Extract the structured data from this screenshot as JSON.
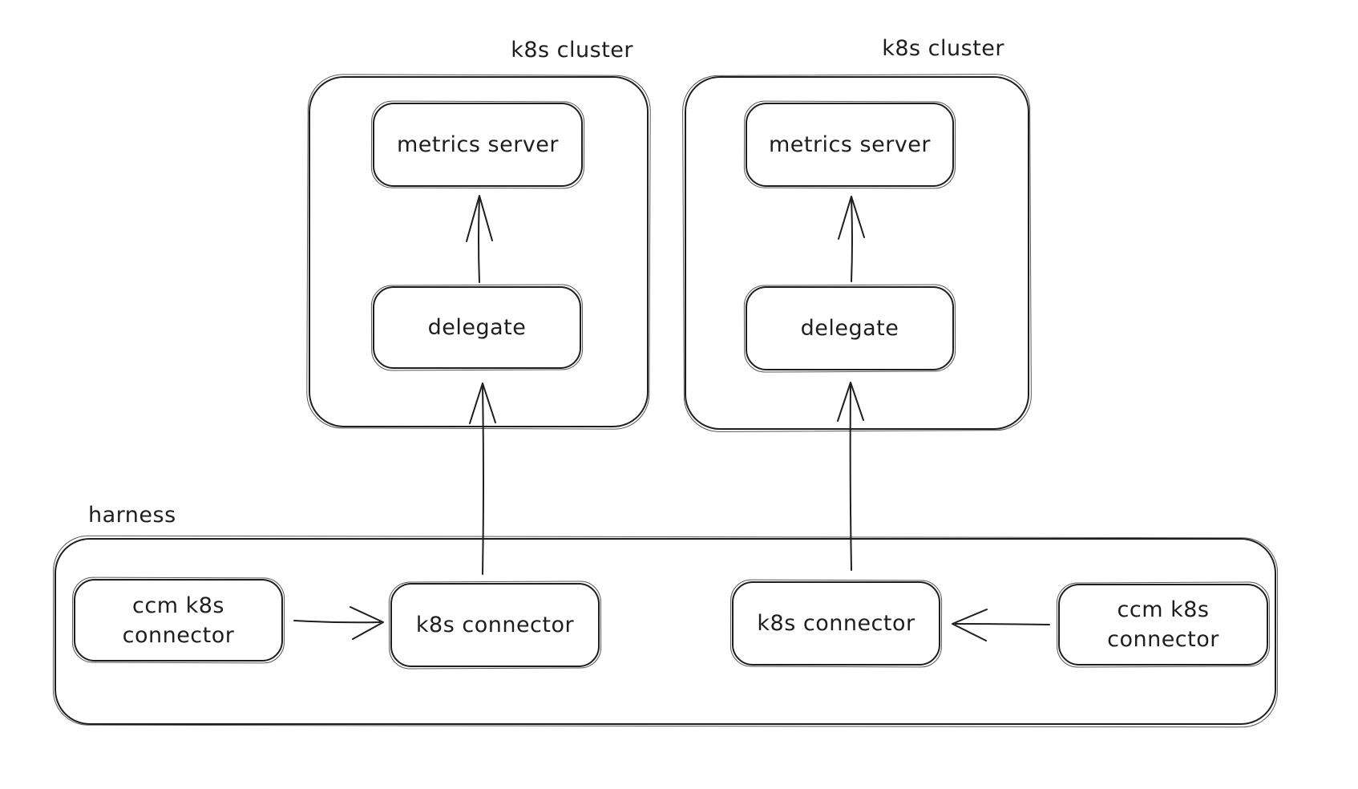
{
  "canvas": {
    "background": "#ffffff",
    "stroke_color": "#1e1e1e"
  },
  "clusters": {
    "left": {
      "title": "k8s cluster",
      "metrics_server": "metrics server",
      "delegate": "delegate"
    },
    "right": {
      "title": "k8s cluster",
      "metrics_server": "metrics server",
      "delegate": "delegate"
    }
  },
  "harness": {
    "title": "harness",
    "ccm_connector_left": {
      "line1": "ccm k8s",
      "line2": "connector"
    },
    "k8s_connector_left": "k8s connector",
    "k8s_connector_right": "k8s connector",
    "ccm_connector_right": {
      "line1": "ccm k8s",
      "line2": "connector"
    }
  },
  "edges": [
    {
      "from": "delegate-left",
      "to": "metrics-server-left",
      "direction": "up"
    },
    {
      "from": "k8s-connector-left",
      "to": "delegate-left",
      "direction": "up"
    },
    {
      "from": "delegate-right",
      "to": "metrics-server-right",
      "direction": "up"
    },
    {
      "from": "k8s-connector-right",
      "to": "delegate-right",
      "direction": "up"
    },
    {
      "from": "ccm-k8s-connector-left",
      "to": "k8s-connector-left",
      "direction": "right"
    },
    {
      "from": "ccm-k8s-connector-right",
      "to": "k8s-connector-right",
      "direction": "left"
    }
  ]
}
